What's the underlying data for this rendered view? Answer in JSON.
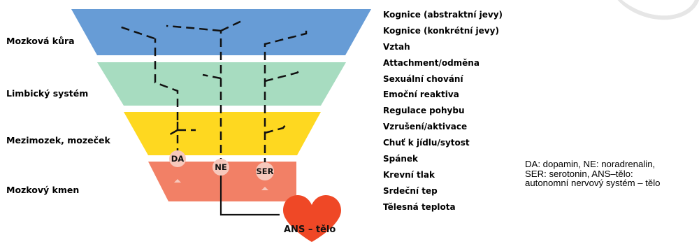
{
  "layers": [
    {
      "label": "Mozková kůra",
      "color": "#679cd6"
    },
    {
      "label": "Limbický systém",
      "color": "#a7dcc0"
    },
    {
      "label": "Mezimozek, mozeček",
      "color": "#fed820"
    },
    {
      "label": "Mozkový kmen",
      "color": "#f28066"
    }
  ],
  "functions": [
    "Kognice (abstraktní jevy)",
    "Kognice (konkrétní jevy)",
    "Vztah",
    "Attachment/odměna",
    "Sexuální chování",
    "Emoční reaktiva",
    "Regulace pohybu",
    "Vzrušení/aktivace",
    "Chuť k jídlu/sytost",
    "Spánek",
    "Krevní tlak",
    "Srdeční tep",
    "Tělesná teplota"
  ],
  "nuclei": [
    {
      "label": "DA"
    },
    {
      "label": "NE"
    },
    {
      "label": "SER"
    }
  ],
  "heart": {
    "label": "ANS – tělo",
    "color": "#ef4826"
  },
  "legend": {
    "line1": "DA: dopamin, NE: noradrenalin,",
    "line2": "SER: serotonin, ANS–tělo:",
    "line3": "autonomní nervový systém – tělo"
  }
}
